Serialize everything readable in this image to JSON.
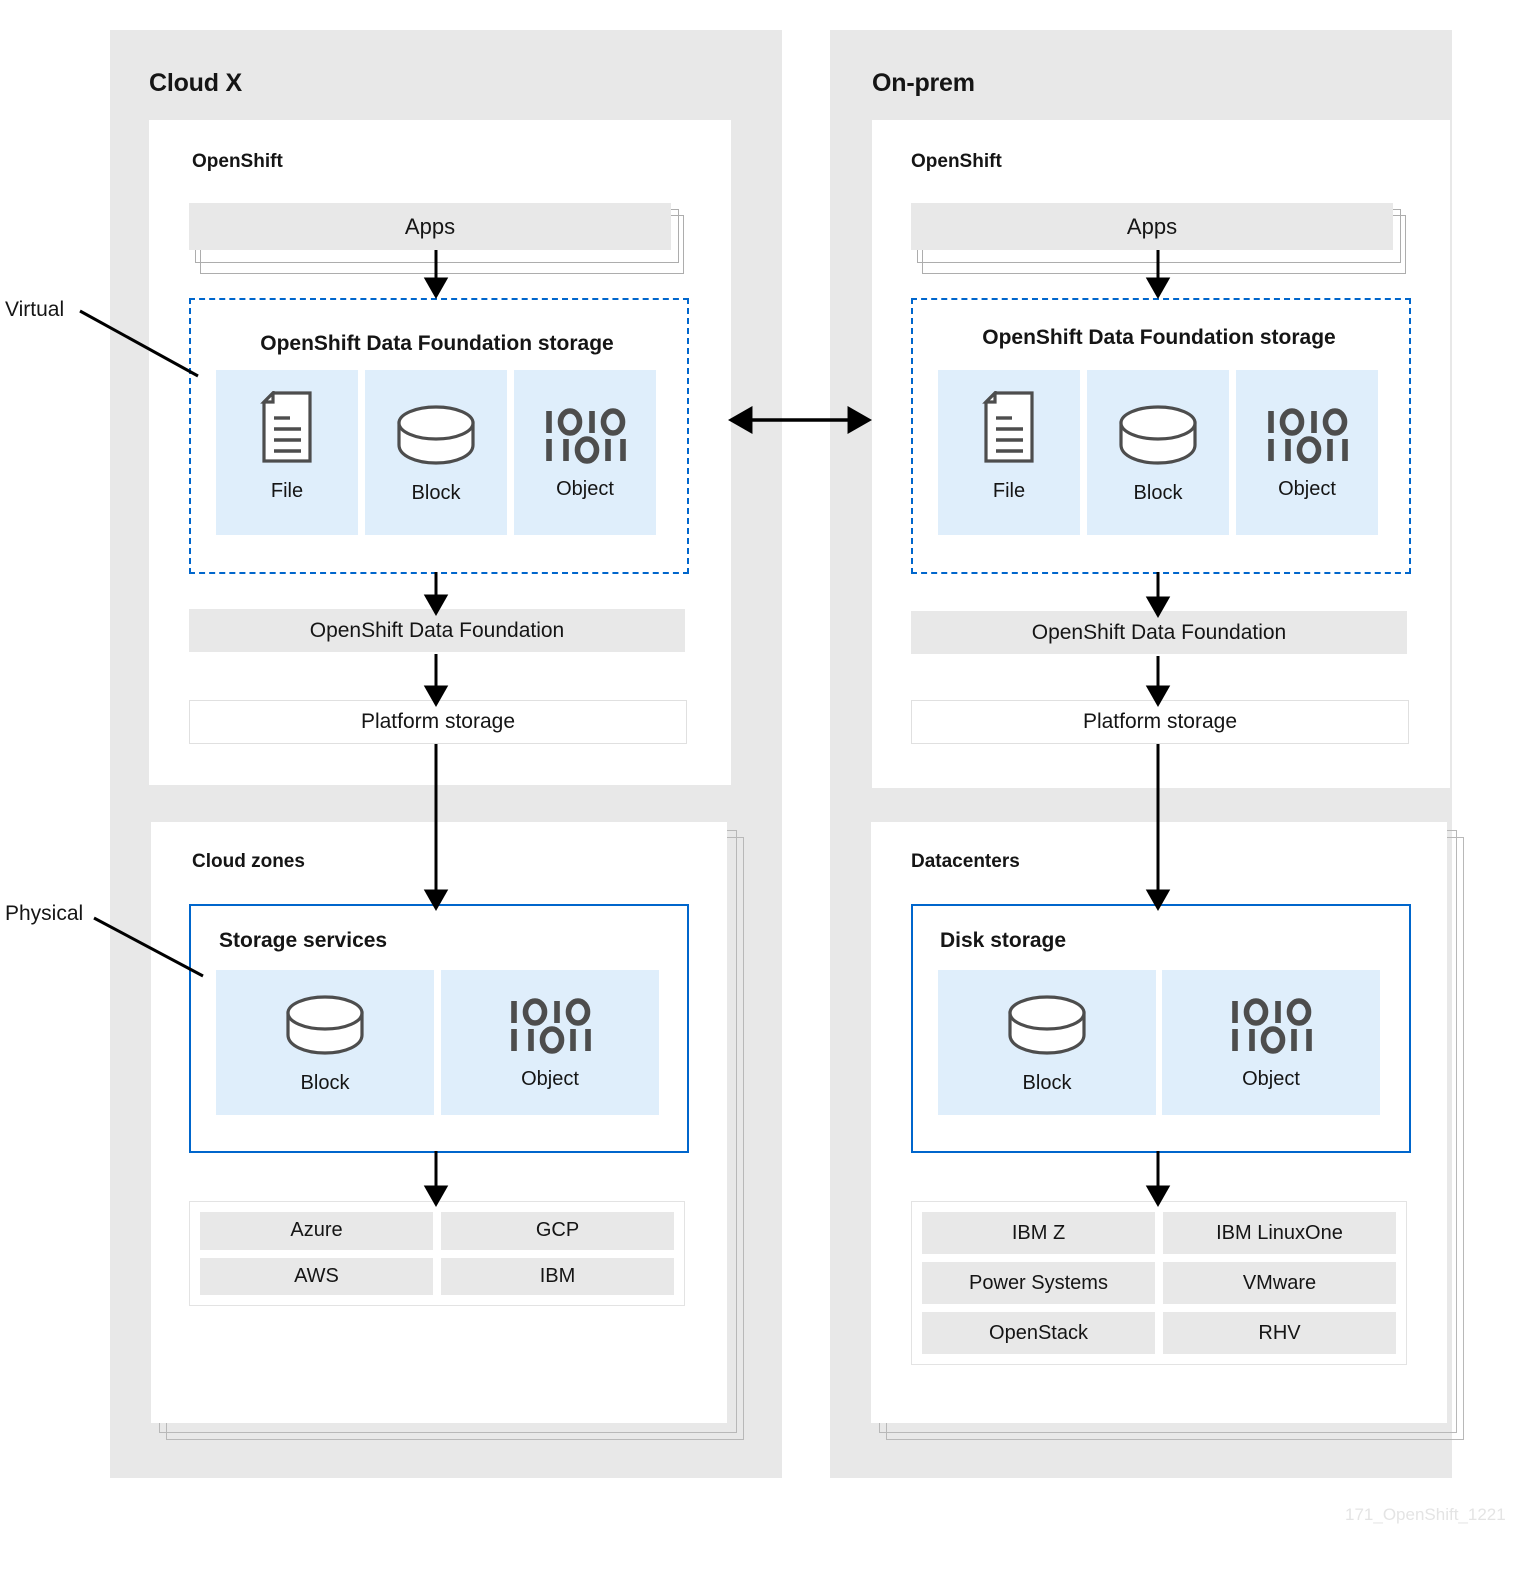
{
  "diagram": {
    "watermark": "171_OpenShift_1221",
    "side_labels": {
      "virtual": "Virtual",
      "physical": "Physical"
    },
    "colors": {
      "accent_blue": "#0066cc",
      "tile_blue": "#dfeefb",
      "panel_gray": "#e8e8e8",
      "text": "#151515"
    }
  },
  "left": {
    "region_title": "Cloud X",
    "platform_card_title": "OpenShift",
    "apps_label": "Apps",
    "odf_storage": {
      "heading": "OpenShift Data Foundation storage",
      "tiles": [
        {
          "label": "File",
          "icon": "document-icon"
        },
        {
          "label": "Block",
          "icon": "cylinder-icon"
        },
        {
          "label": "Object",
          "icon": "binary-icon"
        }
      ]
    },
    "odf_bar": "OpenShift Data Foundation",
    "platform_storage_bar": "Platform storage",
    "infra_card_title": "Cloud zones",
    "services_box": {
      "heading": "Storage services",
      "tiles": [
        {
          "label": "Block",
          "icon": "cylinder-icon"
        },
        {
          "label": "Object",
          "icon": "binary-icon"
        }
      ]
    },
    "vendors": [
      "Azure",
      "GCP",
      "AWS",
      "IBM"
    ]
  },
  "right": {
    "region_title": "On-prem",
    "platform_card_title": "OpenShift",
    "apps_label": "Apps",
    "odf_storage": {
      "heading": "OpenShift Data Foundation storage",
      "tiles": [
        {
          "label": "File",
          "icon": "document-icon"
        },
        {
          "label": "Block",
          "icon": "cylinder-icon"
        },
        {
          "label": "Object",
          "icon": "binary-icon"
        }
      ]
    },
    "odf_bar": "OpenShift Data Foundation",
    "platform_storage_bar": "Platform storage",
    "infra_card_title": "Datacenters",
    "services_box": {
      "heading": "Disk storage",
      "tiles": [
        {
          "label": "Block",
          "icon": "cylinder-icon"
        },
        {
          "label": "Object",
          "icon": "binary-icon"
        }
      ]
    },
    "vendors": [
      "IBM Z",
      "IBM LinuxOne",
      "Power Systems",
      "VMware",
      "OpenStack",
      "RHV"
    ]
  }
}
